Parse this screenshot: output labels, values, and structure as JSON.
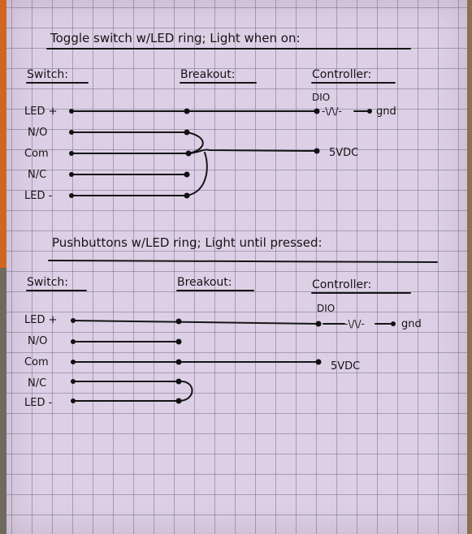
{
  "diagram1": {
    "title": "Toggle switch w/LED ring; Light when on:",
    "headers": {
      "switch": "Switch:",
      "breakout": "Breakout:",
      "controller": "Controller:"
    },
    "pins": [
      "LED +",
      "N/O",
      "Com",
      "N/C",
      "LED -"
    ],
    "dio_label": "DIO",
    "resistor_glyph": "-\\/\\/-",
    "gnd_label": "gnd",
    "vdc_label": "5VDC"
  },
  "diagram2": {
    "title": "Pushbuttons w/LED ring; Light until pressed:",
    "headers": {
      "switch": "Switch:",
      "breakout": "Breakout:",
      "controller": "Controller:"
    },
    "pins": [
      "LED +",
      "N/O",
      "Com",
      "N/C",
      "LED -"
    ],
    "dio_label": "DIO",
    "resistor_glyph": "-\\/\\/-",
    "gnd_label": "gnd",
    "vdc_label": "5VDC"
  }
}
